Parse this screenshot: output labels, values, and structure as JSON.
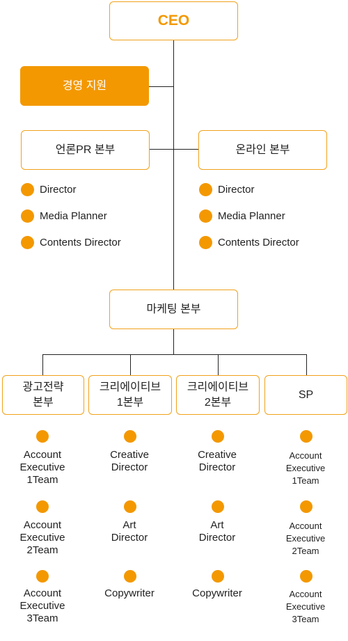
{
  "colors": {
    "accent": "#f39800",
    "border": "#f0a11a",
    "line": "#222222"
  },
  "ceo": "CEO",
  "management_support": "경영 지원",
  "pr_division": "언론PR 본부",
  "online_division": "온라인 본부",
  "pr_roles": [
    "Director",
    "Media Planner",
    "Contents Director"
  ],
  "online_roles": [
    "Director",
    "Media Planner",
    "Contents Director"
  ],
  "marketing_division": "마케팅 본부",
  "teams": [
    {
      "name": "광고전략\n본부",
      "roles": [
        "Account\nExecutive\n1Team",
        "Account\nExecutive\n2Team",
        "Account\nExecutive\n3Team"
      ]
    },
    {
      "name": "크리에이티브\n1본부",
      "roles": [
        "Creative\nDirector",
        "Art\nDirector",
        "Copywriter"
      ]
    },
    {
      "name": "크리에이티브\n2본부",
      "roles": [
        "Creative\nDirector",
        "Art\nDirector",
        "Copywriter"
      ]
    },
    {
      "name": "SP",
      "roles": [
        "Account\nExecutive\n1Team",
        "Account\nExecutive\n2Team",
        "Account\nExecutive\n3Team"
      ]
    }
  ]
}
